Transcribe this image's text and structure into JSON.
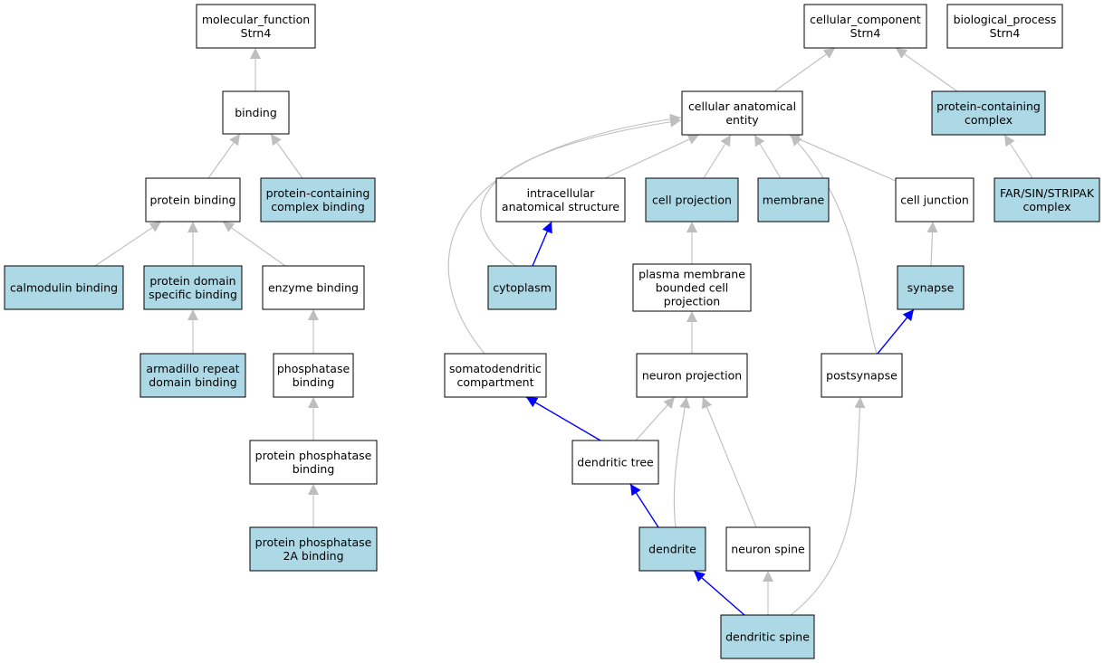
{
  "colors": {
    "highlight_fill": "#add8e6",
    "plain_fill": "#ffffff",
    "border": "#000000",
    "edge_gray": "#bebebe",
    "edge_blue": "#0000ff"
  },
  "nodes": {
    "molecular_function": {
      "lines": [
        "molecular_function",
        "Strn4"
      ],
      "highlight": false
    },
    "binding": {
      "lines": [
        "binding"
      ],
      "highlight": false
    },
    "protein_binding": {
      "lines": [
        "protein binding"
      ],
      "highlight": false
    },
    "protein_containing_complex_binding": {
      "lines": [
        "protein-containing",
        "complex binding"
      ],
      "highlight": true
    },
    "calmodulin_binding": {
      "lines": [
        "calmodulin binding"
      ],
      "highlight": true
    },
    "protein_domain_specific_binding": {
      "lines": [
        "protein domain",
        "specific binding"
      ],
      "highlight": true
    },
    "enzyme_binding": {
      "lines": [
        "enzyme binding"
      ],
      "highlight": false
    },
    "armadillo_repeat_domain_binding": {
      "lines": [
        "armadillo repeat",
        "domain binding"
      ],
      "highlight": true
    },
    "phosphatase_binding": {
      "lines": [
        "phosphatase",
        "binding"
      ],
      "highlight": false
    },
    "protein_phosphatase_binding": {
      "lines": [
        "protein phosphatase",
        "binding"
      ],
      "highlight": false
    },
    "protein_phosphatase_2a_binding": {
      "lines": [
        "protein phosphatase",
        "2A binding"
      ],
      "highlight": true
    },
    "cellular_component": {
      "lines": [
        "cellular_component",
        "Strn4"
      ],
      "highlight": false
    },
    "biological_process": {
      "lines": [
        "biological_process",
        "Strn4"
      ],
      "highlight": false
    },
    "cellular_anatomical_entity": {
      "lines": [
        "cellular anatomical",
        "entity"
      ],
      "highlight": false
    },
    "protein_containing_complex": {
      "lines": [
        "protein-containing",
        "complex"
      ],
      "highlight": true
    },
    "intracellular_anatomical_structure": {
      "lines": [
        "intracellular",
        "anatomical structure"
      ],
      "highlight": false
    },
    "cell_projection": {
      "lines": [
        "cell projection"
      ],
      "highlight": true
    },
    "membrane": {
      "lines": [
        "membrane"
      ],
      "highlight": true
    },
    "cell_junction": {
      "lines": [
        "cell junction"
      ],
      "highlight": false
    },
    "far_sin_stripak_complex": {
      "lines": [
        "FAR/SIN/STRIPAK",
        "complex"
      ],
      "highlight": true
    },
    "cytoplasm": {
      "lines": [
        "cytoplasm"
      ],
      "highlight": true
    },
    "plasma_membrane_bounded_cell_projection": {
      "lines": [
        "plasma membrane",
        "bounded cell",
        "projection"
      ],
      "highlight": false
    },
    "synapse": {
      "lines": [
        "synapse"
      ],
      "highlight": true
    },
    "somatodendritic_compartment": {
      "lines": [
        "somatodendritic",
        "compartment"
      ],
      "highlight": false
    },
    "neuron_projection": {
      "lines": [
        "neuron projection"
      ],
      "highlight": false
    },
    "postsynapse": {
      "lines": [
        "postsynapse"
      ],
      "highlight": false
    },
    "dendritic_tree": {
      "lines": [
        "dendritic tree"
      ],
      "highlight": false
    },
    "dendrite": {
      "lines": [
        "dendrite"
      ],
      "highlight": true
    },
    "neuron_spine": {
      "lines": [
        "neuron spine"
      ],
      "highlight": false
    },
    "dendritic_spine": {
      "lines": [
        "dendritic spine"
      ],
      "highlight": true
    }
  },
  "edges": [
    {
      "from": "binding",
      "to": "molecular_function",
      "color": "gray"
    },
    {
      "from": "protein_binding",
      "to": "binding",
      "color": "gray"
    },
    {
      "from": "protein_containing_complex_binding",
      "to": "binding",
      "color": "gray"
    },
    {
      "from": "calmodulin_binding",
      "to": "protein_binding",
      "color": "gray"
    },
    {
      "from": "protein_domain_specific_binding",
      "to": "protein_binding",
      "color": "gray"
    },
    {
      "from": "enzyme_binding",
      "to": "protein_binding",
      "color": "gray"
    },
    {
      "from": "armadillo_repeat_domain_binding",
      "to": "protein_domain_specific_binding",
      "color": "gray"
    },
    {
      "from": "phosphatase_binding",
      "to": "enzyme_binding",
      "color": "gray"
    },
    {
      "from": "protein_phosphatase_binding",
      "to": "phosphatase_binding",
      "color": "gray"
    },
    {
      "from": "protein_phosphatase_2a_binding",
      "to": "protein_phosphatase_binding",
      "color": "gray"
    },
    {
      "from": "cellular_anatomical_entity",
      "to": "cellular_component",
      "color": "gray"
    },
    {
      "from": "protein_containing_complex",
      "to": "cellular_component",
      "color": "gray"
    },
    {
      "from": "far_sin_stripak_complex",
      "to": "protein_containing_complex",
      "color": "gray"
    },
    {
      "from": "intracellular_anatomical_structure",
      "to": "cellular_anatomical_entity",
      "color": "gray"
    },
    {
      "from": "cell_projection",
      "to": "cellular_anatomical_entity",
      "color": "gray"
    },
    {
      "from": "membrane",
      "to": "cellular_anatomical_entity",
      "color": "gray"
    },
    {
      "from": "cell_junction",
      "to": "cellular_anatomical_entity",
      "color": "gray"
    },
    {
      "from": "cytoplasm",
      "to": "cellular_anatomical_entity",
      "color": "gray"
    },
    {
      "from": "somatodendritic_compartment",
      "to": "cellular_anatomical_entity",
      "color": "gray"
    },
    {
      "from": "postsynapse",
      "to": "cellular_anatomical_entity",
      "color": "gray"
    },
    {
      "from": "cytoplasm",
      "to": "intracellular_anatomical_structure",
      "color": "blue"
    },
    {
      "from": "plasma_membrane_bounded_cell_projection",
      "to": "cell_projection",
      "color": "gray"
    },
    {
      "from": "synapse",
      "to": "cell_junction",
      "color": "gray"
    },
    {
      "from": "neuron_projection",
      "to": "plasma_membrane_bounded_cell_projection",
      "color": "gray"
    },
    {
      "from": "postsynapse",
      "to": "synapse",
      "color": "blue"
    },
    {
      "from": "dendritic_tree",
      "to": "somatodendritic_compartment",
      "color": "blue"
    },
    {
      "from": "dendritic_tree",
      "to": "neuron_projection",
      "color": "gray"
    },
    {
      "from": "dendrite",
      "to": "neuron_projection",
      "color": "gray"
    },
    {
      "from": "neuron_spine",
      "to": "neuron_projection",
      "color": "gray"
    },
    {
      "from": "dendrite",
      "to": "dendritic_tree",
      "color": "blue"
    },
    {
      "from": "dendritic_spine",
      "to": "dendrite",
      "color": "blue"
    },
    {
      "from": "dendritic_spine",
      "to": "neuron_spine",
      "color": "gray"
    },
    {
      "from": "dendritic_spine",
      "to": "postsynapse",
      "color": "gray"
    }
  ]
}
